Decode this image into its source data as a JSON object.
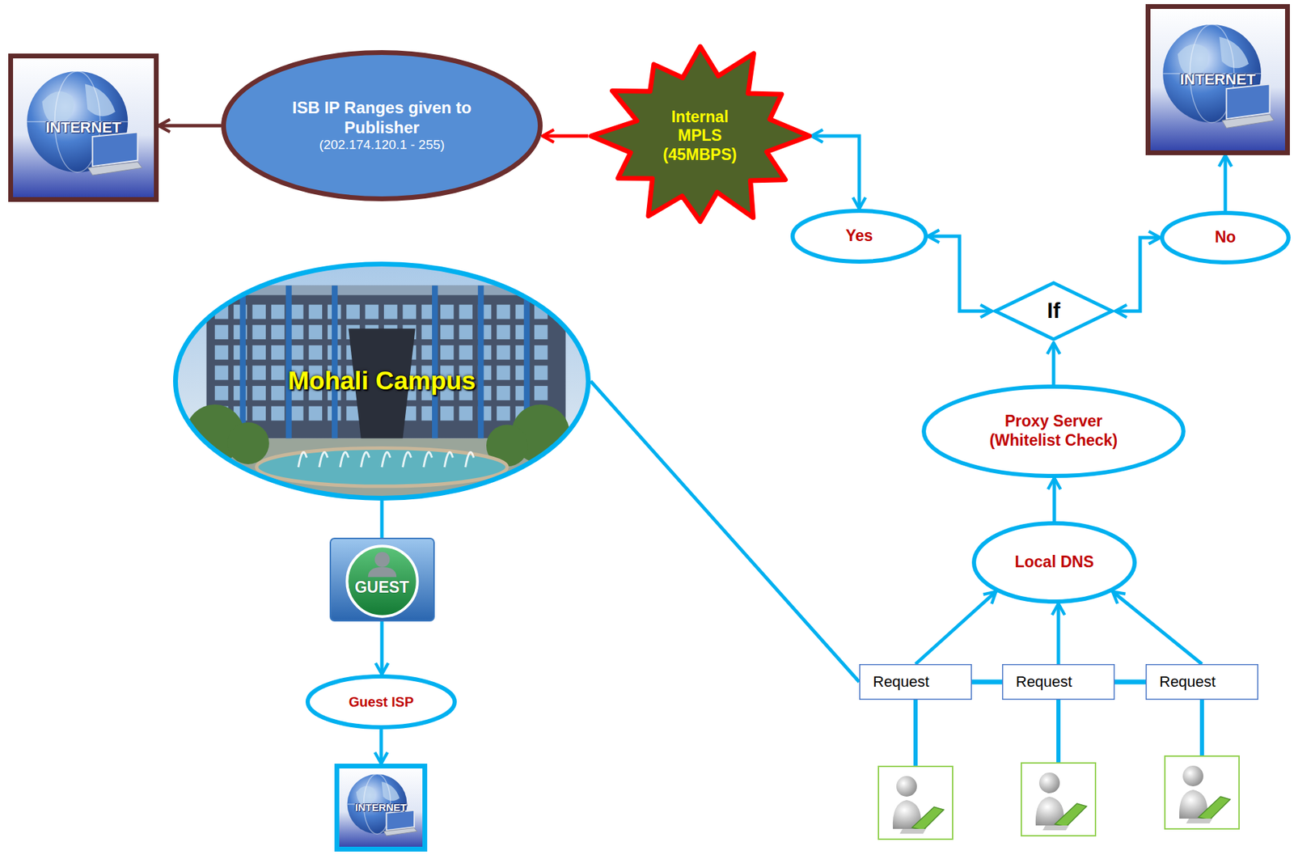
{
  "diagram": {
    "nodes": [
      {
        "text": [
          "INTERNET"
        ]
      },
      {
        "text": [
          "ISB IP Ranges given to Publisher",
          "(202.174.120.1 - 255)"
        ]
      },
      {
        "text": [
          "Internal MPLS (45MBPS)"
        ]
      },
      {
        "text": [
          "INTERNET"
        ]
      },
      {
        "text": [
          "Yes"
        ]
      },
      {
        "text": [
          "No"
        ]
      },
      {
        "text": [
          "If"
        ]
      },
      {
        "text": [
          "Mohali Campus"
        ]
      },
      {
        "text": [
          "Proxy Server (Whitelist Check)"
        ]
      },
      {
        "text": [
          "Local DNS"
        ]
      },
      {
        "text": [
          "GUEST"
        ]
      },
      {
        "text": [
          "Guest ISP"
        ]
      },
      {
        "text": [
          "Request"
        ]
      },
      {
        "text": [
          "Request"
        ]
      },
      {
        "text": [
          "Request"
        ]
      },
      {
        "text": [
          "INTERNET"
        ]
      }
    ],
    "edges": [
      {
        "from": 1,
        "to": 0,
        "arrow": "to"
      },
      {
        "from": 2,
        "to": 1,
        "arrow": "to"
      },
      {
        "from": 2,
        "to": 4,
        "arrow": "both"
      },
      {
        "from": 6,
        "to": 4,
        "arrow": "both"
      },
      {
        "from": 6,
        "to": 5,
        "arrow": "both"
      },
      {
        "from": 5,
        "to": 3,
        "arrow": "to"
      },
      {
        "from": 8,
        "to": 6,
        "arrow": "to"
      },
      {
        "from": 9,
        "to": 8,
        "arrow": "to"
      },
      {
        "from": 12,
        "to": 9,
        "arrow": "to"
      },
      {
        "from": 13,
        "to": 9,
        "arrow": "to"
      },
      {
        "from": 14,
        "to": 9,
        "arrow": "to"
      },
      {
        "from": 7,
        "to": 12,
        "arrow": "none"
      },
      {
        "from": 12,
        "to": 13,
        "arrow": "none"
      },
      {
        "from": 13,
        "to": 14,
        "arrow": "none"
      },
      {
        "from": 7,
        "to": 10,
        "arrow": "none"
      },
      {
        "from": 10,
        "to": 11,
        "arrow": "to"
      },
      {
        "from": 11,
        "to": 15,
        "arrow": "to"
      }
    ]
  }
}
